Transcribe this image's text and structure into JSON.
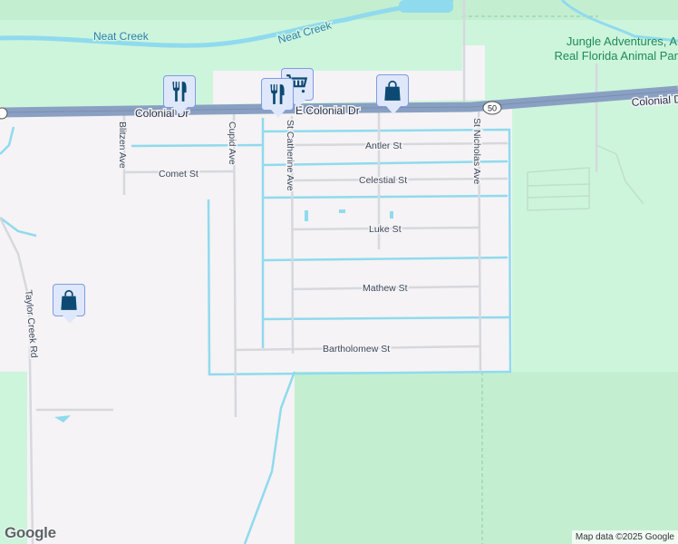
{
  "map": {
    "water_labels": [
      "Neat Creek",
      "Neat Creek"
    ],
    "park_label": {
      "line1": "Jungle Adventures, A",
      "line2": "Real Florida Animal Par"
    },
    "highway": {
      "west_label": "Colonial Dr",
      "center_label": "E Colonial Dr",
      "east_label": "Colonial D",
      "route_shield": "50"
    },
    "streets": {
      "blitzen": "Blitzen Ave",
      "cupid": "Cupid Ave",
      "st_catherine": "St Catherine Ave",
      "st_nicholas": "St Nicholas Ave",
      "antler": "Antler St",
      "comet": "Comet St",
      "celestial": "Celestial St",
      "luke": "Luke St",
      "mathew": "Mathew St",
      "bartholomew": "Bartholomew St",
      "taylor_creek": "Taylor Creek Rd"
    },
    "markers": [
      {
        "type": "restaurant",
        "icon": "fork-knife-icon"
      },
      {
        "type": "restaurant",
        "icon": "fork-knife-icon"
      },
      {
        "type": "grocery",
        "icon": "shopping-cart-icon"
      },
      {
        "type": "shopping",
        "icon": "shopping-bag-icon"
      },
      {
        "type": "shopping",
        "icon": "shopping-bag-icon"
      }
    ],
    "colors": {
      "land": "#f5f3f5",
      "park": "#cdf5dc",
      "park_dark": "#c3efd0",
      "water": "#90daee",
      "highway": "#8aa0c2",
      "marker": "#0d4a73"
    }
  },
  "footer": {
    "logo": "Google",
    "attribution": "Map data ©2025 Google"
  }
}
